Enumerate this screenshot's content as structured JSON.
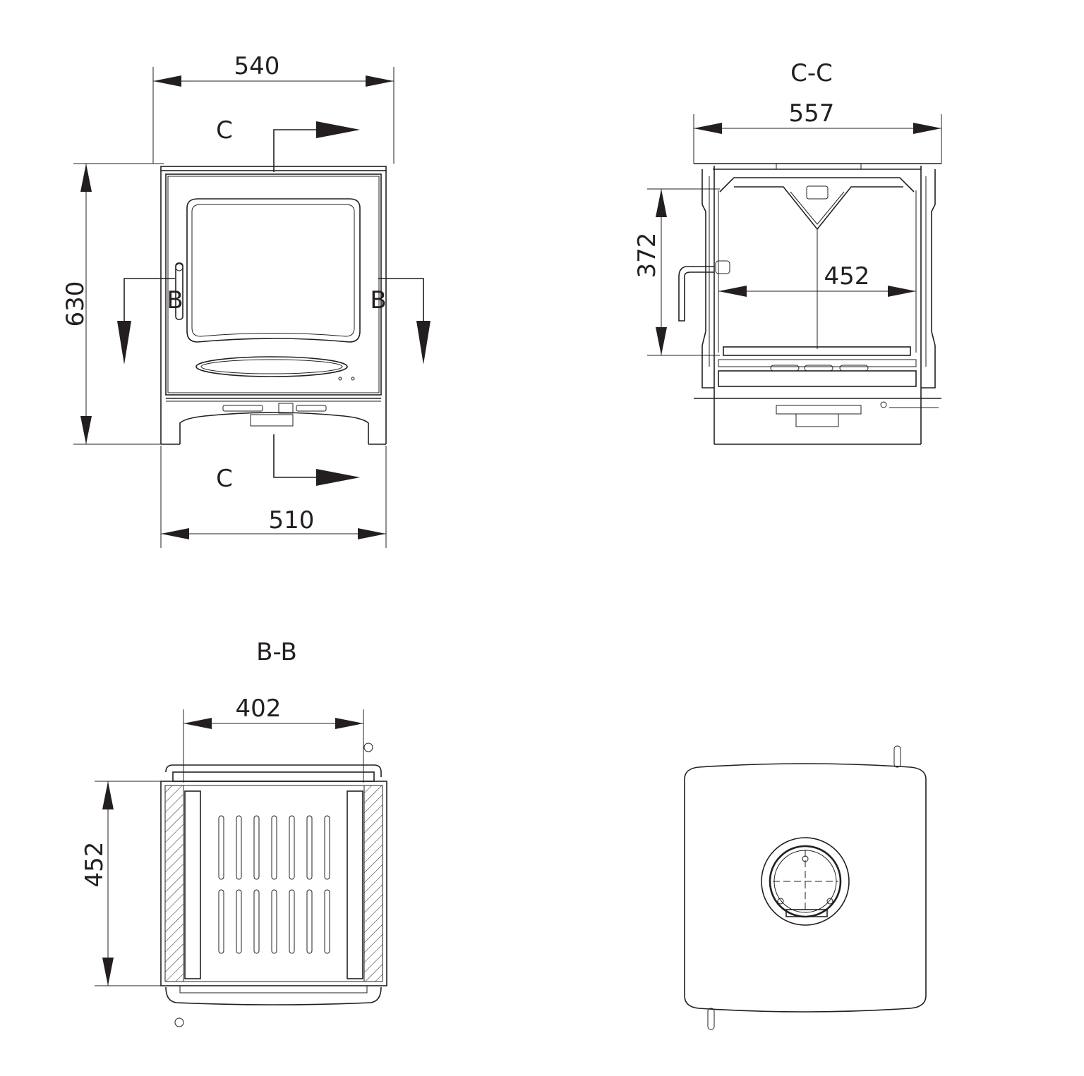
{
  "front_view": {
    "width_top": "540",
    "height": "630",
    "width_bottom": "510",
    "section_c_top": "C",
    "section_c_bottom": "C",
    "section_b_left": "B",
    "section_b_right": "B"
  },
  "section_cc": {
    "title": "C-C",
    "width": "557",
    "height": "372",
    "inner_width": "452"
  },
  "section_bb": {
    "title": "B-B",
    "width": "402",
    "depth": "452"
  },
  "colors": {
    "line": "#231f20",
    "background": "#ffffff"
  }
}
